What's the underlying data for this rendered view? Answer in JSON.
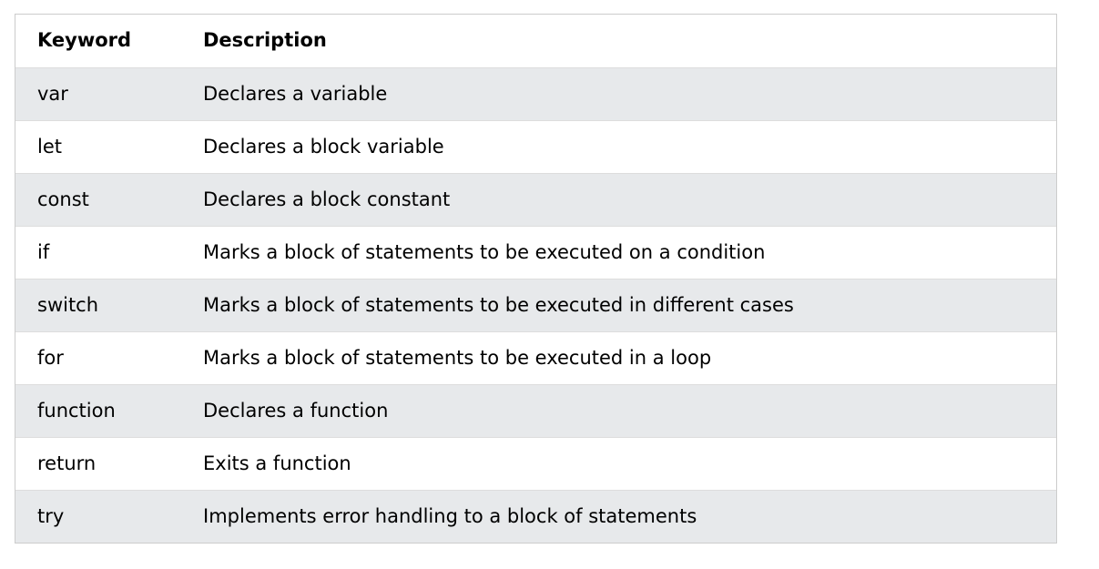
{
  "table": {
    "headers": {
      "keyword": "Keyword",
      "description": "Description"
    },
    "rows": [
      {
        "keyword": "var",
        "description": "Declares a variable"
      },
      {
        "keyword": "let",
        "description": "Declares a block variable"
      },
      {
        "keyword": "const",
        "description": "Declares a block constant"
      },
      {
        "keyword": "if",
        "description": "Marks a block of statements to be executed on a condition"
      },
      {
        "keyword": "switch",
        "description": "Marks a block of statements to be executed in different cases"
      },
      {
        "keyword": "for",
        "description": "Marks a block of statements to be executed in a loop"
      },
      {
        "keyword": "function",
        "description": "Declares a function"
      },
      {
        "keyword": "return",
        "description": "Exits a function"
      },
      {
        "keyword": "try",
        "description": "Implements error handling to a block of statements"
      }
    ]
  },
  "colors": {
    "border": "#cccccc",
    "row_divider": "#dddddd",
    "stripe": "#e7e9eb",
    "background": "#ffffff"
  }
}
